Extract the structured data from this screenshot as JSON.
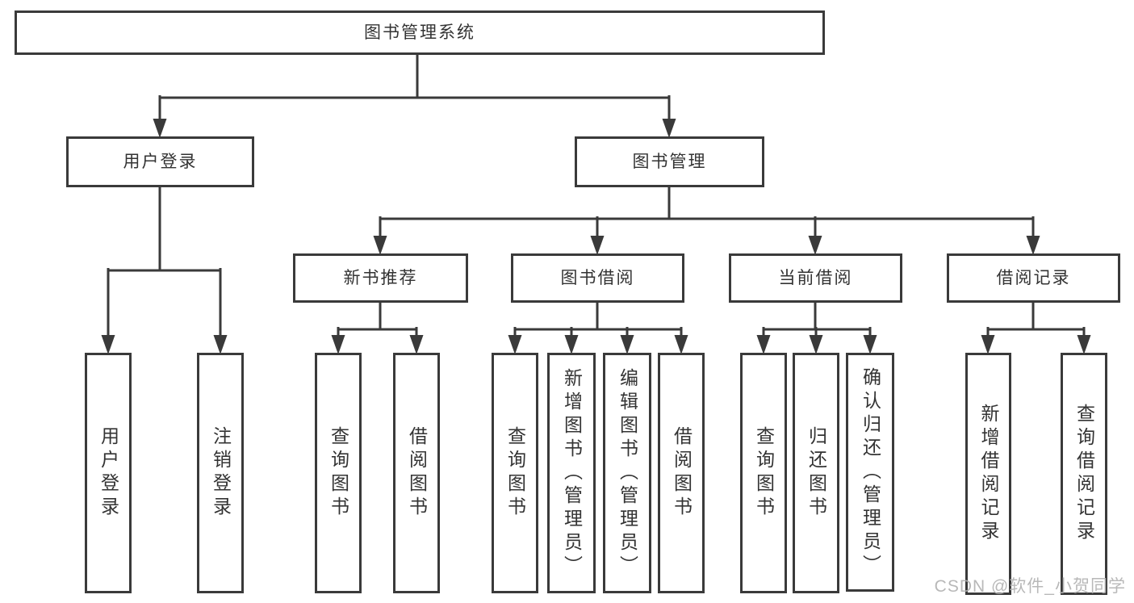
{
  "tree": {
    "label": "图书管理系统",
    "children": [
      {
        "label": "用户登录",
        "children": [
          {
            "label": "用户登录"
          },
          {
            "label": "注销登录"
          }
        ]
      },
      {
        "label": "图书管理",
        "children": [
          {
            "label": "新书推荐",
            "children": [
              {
                "label": "查询图书"
              },
              {
                "label": "借阅图书"
              }
            ]
          },
          {
            "label": "图书借阅",
            "children": [
              {
                "label": "查询图书"
              },
              {
                "label": "新增图书（管理员）"
              },
              {
                "label": "编辑图书（管理员）"
              },
              {
                "label": "借阅图书"
              }
            ]
          },
          {
            "label": "当前借阅",
            "children": [
              {
                "label": "查询图书"
              },
              {
                "label": "归还图书"
              },
              {
                "label": "确认归还（管理员）"
              }
            ]
          },
          {
            "label": "借阅记录",
            "children": [
              {
                "label": "新增借阅记录"
              },
              {
                "label": "查询借阅记录"
              }
            ]
          }
        ]
      }
    ]
  },
  "watermark": "CSDN @软件_小贺同学",
  "colors": {
    "line": "#3a3a3a",
    "text": "#333333",
    "box_fill": "#ffffff",
    "watermark": "#b3b3b3"
  }
}
